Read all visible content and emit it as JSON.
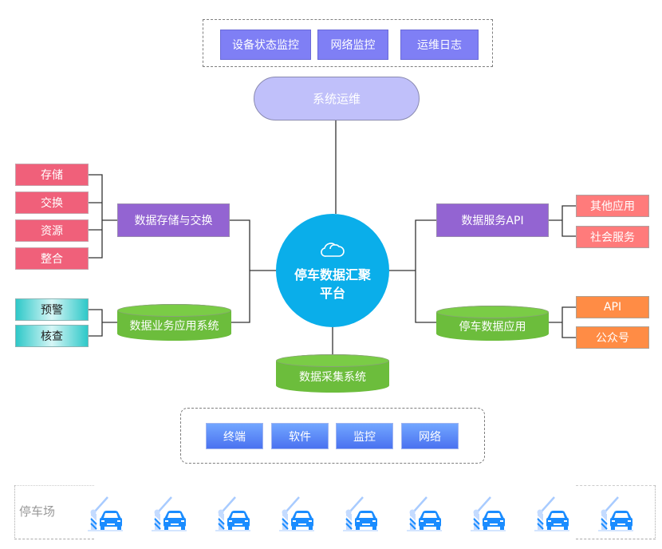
{
  "ops_group": {
    "items": [
      "设备状态监控",
      "网络监控",
      "运维日志"
    ]
  },
  "ops_node": {
    "label": "系统运维"
  },
  "center_node": {
    "icon": "cloud-icon",
    "line1": "停车数据汇聚",
    "line2": "平台"
  },
  "left": {
    "storage_node": {
      "label": "数据存储与交换"
    },
    "storage_children": [
      "存储",
      "交换",
      "资源",
      "整合"
    ],
    "business_node": {
      "label": "数据业务应用系统"
    },
    "business_children": [
      "预警",
      "核查"
    ]
  },
  "right": {
    "api_node": {
      "label": "数据服务API"
    },
    "api_children": [
      "其他应用",
      "社会服务"
    ],
    "app_node": {
      "label": "停车数据应用"
    },
    "app_children": [
      "API",
      "公众号"
    ]
  },
  "collect_node": {
    "label": "数据采集系统"
  },
  "collect_group": {
    "items": [
      "终端",
      "软件",
      "监控",
      "网络"
    ]
  },
  "parking": {
    "label": "停车场",
    "icon": "parking-barrier-car-icon",
    "count": 9
  },
  "colors": {
    "ops_item": "#7f7ff5",
    "ops_pill": "#c0c0fa",
    "center": "#0aaeea",
    "pink": "#f0607a",
    "teal": "#2ec8c8",
    "purple": "#9364d2",
    "green": "#6cbd3c",
    "salmon": "#ff7b7b",
    "orange": "#ff8c45",
    "blue": "#4a72f0",
    "car": "#1a8cff"
  }
}
